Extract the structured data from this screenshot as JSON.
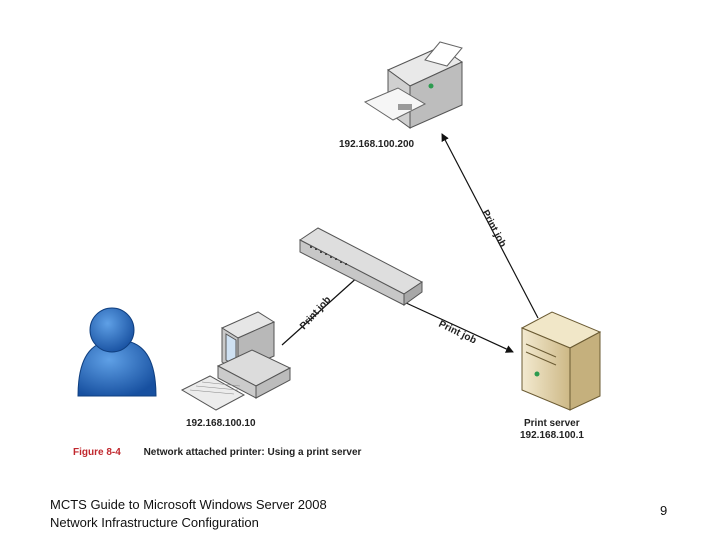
{
  "diagram": {
    "printer_ip": "192.168.100.200",
    "client_ip": "192.168.100.10",
    "server_name": "Print server",
    "server_ip": "192.168.100.1",
    "edge_label_1": "Print job",
    "edge_label_2": "Print job",
    "edge_label_3": "Print job"
  },
  "figure": {
    "number": "Figure 8-4",
    "caption": "Network attached printer: Using a print server"
  },
  "footer": {
    "line1": "MCTS Guide to Microsoft Windows Server 2008",
    "line2": "Network Infrastructure Configuration",
    "page_number": "9"
  },
  "colors": {
    "figure_accent": "#c0272d",
    "user_blue": "#1f63b3",
    "server_tan": "#e4d6a6"
  }
}
